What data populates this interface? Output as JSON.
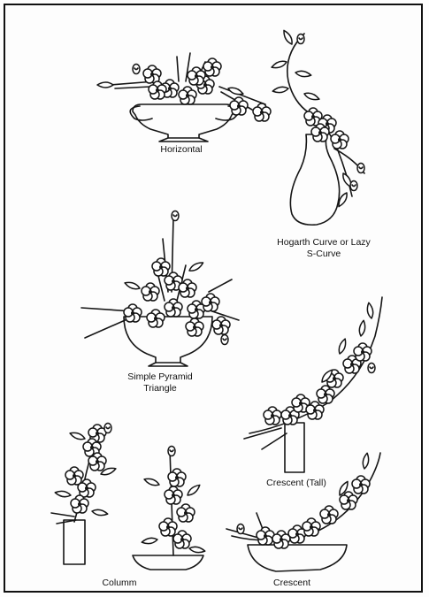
{
  "arrangements": {
    "horizontal": {
      "label": "Horizontal"
    },
    "hogarth": {
      "line1": "Hogarth Curve or Lazy",
      "line2": "S-Curve"
    },
    "pyramid": {
      "line1": "Simple Pyramid",
      "line2": "Triangle"
    },
    "crescent_tall": {
      "label": "Crescent (Tall)"
    },
    "column": {
      "label": "Columm"
    },
    "crescent": {
      "label": "Crescent"
    }
  },
  "colors": {
    "ink": "#151515",
    "paper": "#fdfdfd"
  }
}
